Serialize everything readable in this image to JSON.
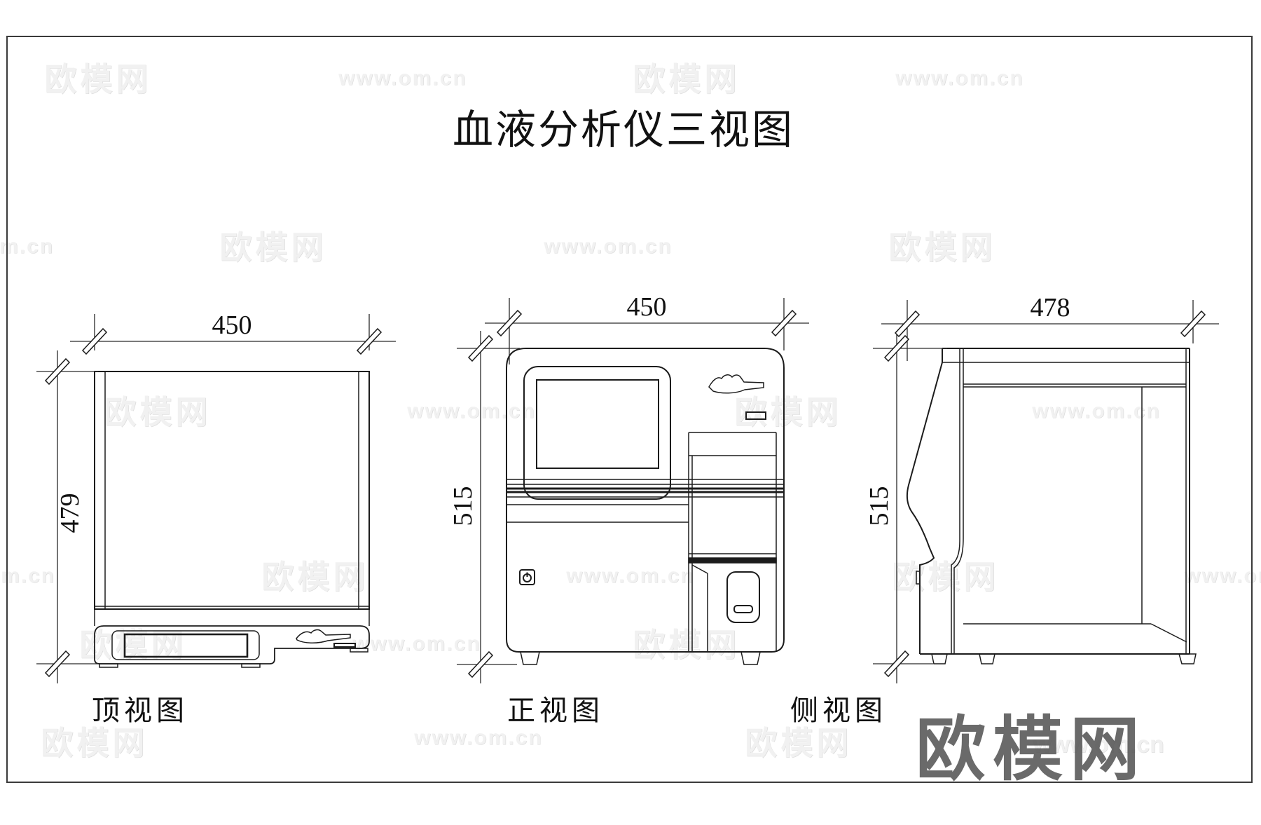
{
  "page": {
    "title": "血液分析仪三视图"
  },
  "views": {
    "top": {
      "label": "顶视图",
      "width_dim": "450",
      "height_dim": "479"
    },
    "front": {
      "label": "正视图",
      "width_dim": "450",
      "height_dim": "515"
    },
    "side": {
      "label": "侧视图",
      "width_dim": "478",
      "height_dim": "515"
    }
  },
  "watermarks": {
    "brand": "欧模网",
    "site": "www.om.cn",
    "site_short": "om.cn"
  },
  "colors": {
    "line": "#1c1c1c",
    "dim_line": "#2a2a2a",
    "border": "#3a3a3a",
    "watermark_light": "#f1f1f1",
    "watermark_dark": "#565656"
  }
}
